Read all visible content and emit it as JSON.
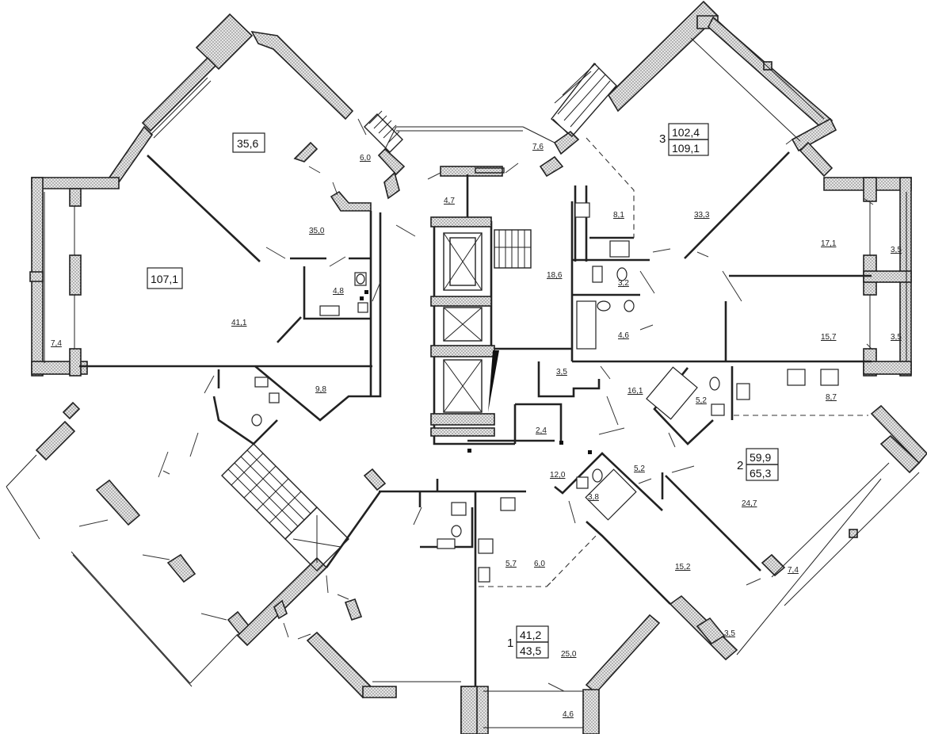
{
  "apartments": [
    {
      "id": "apt-1",
      "number": "1",
      "living_area": "41,2",
      "total_area": "43,5"
    },
    {
      "id": "apt-2",
      "number": "2",
      "living_area": "59,9",
      "total_area": "65,3"
    },
    {
      "id": "apt-3",
      "number": "3",
      "living_area": "102,4",
      "total_area": "109,1"
    }
  ],
  "boxed_areas": {
    "nw_room": "35,6",
    "w_apartment": "107,1"
  },
  "room_areas": {
    "r_6_0_n": "6,0",
    "r_35_0": "35,0",
    "r_4_7": "4,7",
    "r_7_6": "7,6",
    "r_8_1": "8,1",
    "r_33_3": "33,3",
    "r_17_1": "17,1",
    "r_3_5_e1": "3,5",
    "r_4_8": "4,8",
    "r_3_2": "3,2",
    "r_18_6": "18,6",
    "r_41_1": "41,1",
    "r_7_4_w": "7,4",
    "r_4_6_e": "4,6",
    "r_15_7": "15,7",
    "r_3_5_e2": "3,5",
    "r_3_5_c": "3,5",
    "r_16_1": "16,1",
    "r_9_8": "9,8",
    "r_5_2_a": "5,2",
    "r_8_7": "8,7",
    "r_2_4": "2,4",
    "r_12_0": "12,0",
    "r_5_2_b": "5,2",
    "r_3_8": "3,8",
    "r_24_7": "24,7",
    "r_5_7": "5,7",
    "r_6_0_s": "6,0",
    "r_15_2": "15,2",
    "r_7_4_se": "7,4",
    "r_3_5_se": "3,5",
    "r_25_0": "25,0",
    "r_4_6_s": "4,6"
  },
  "colors": {
    "wall_hatch": "#d9d9d9",
    "line": "#222222",
    "background": "#ffffff"
  }
}
